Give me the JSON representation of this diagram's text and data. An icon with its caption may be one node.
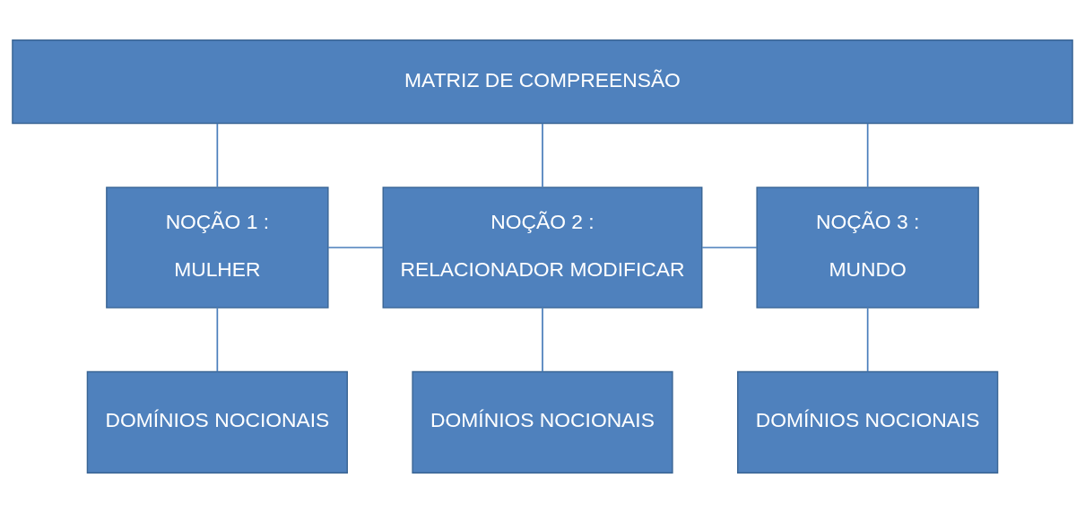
{
  "diagram": {
    "nodes": [
      {
        "text": [
          "MATRIZ DE COMPREENSÃO"
        ]
      },
      {
        "text": [
          "NOÇÃO 1 :",
          "MULHER"
        ]
      },
      {
        "text": [
          "NOÇÃO 2 :",
          "RELACIONADOR MODIFICAR"
        ]
      },
      {
        "text": [
          "NOÇÃO 3 :",
          "MUNDO"
        ]
      },
      {
        "text": [
          "DOMÍNIOS NOCIONAIS"
        ]
      },
      {
        "text": [
          "DOMÍNIOS NOCIONAIS"
        ]
      },
      {
        "text": [
          "DOMÍNIOS NOCIONAIS"
        ]
      }
    ],
    "edges": [
      {
        "from": 0,
        "to": 1,
        "arrow": "none"
      },
      {
        "from": 0,
        "to": 2,
        "arrow": "none"
      },
      {
        "from": 0,
        "to": 3,
        "arrow": "none"
      },
      {
        "from": 1,
        "to": 2,
        "arrow": "none"
      },
      {
        "from": 2,
        "to": 3,
        "arrow": "none"
      },
      {
        "from": 1,
        "to": 4,
        "arrow": "none"
      },
      {
        "from": 2,
        "to": 5,
        "arrow": "none"
      },
      {
        "from": 3,
        "to": 6,
        "arrow": "none"
      }
    ]
  }
}
